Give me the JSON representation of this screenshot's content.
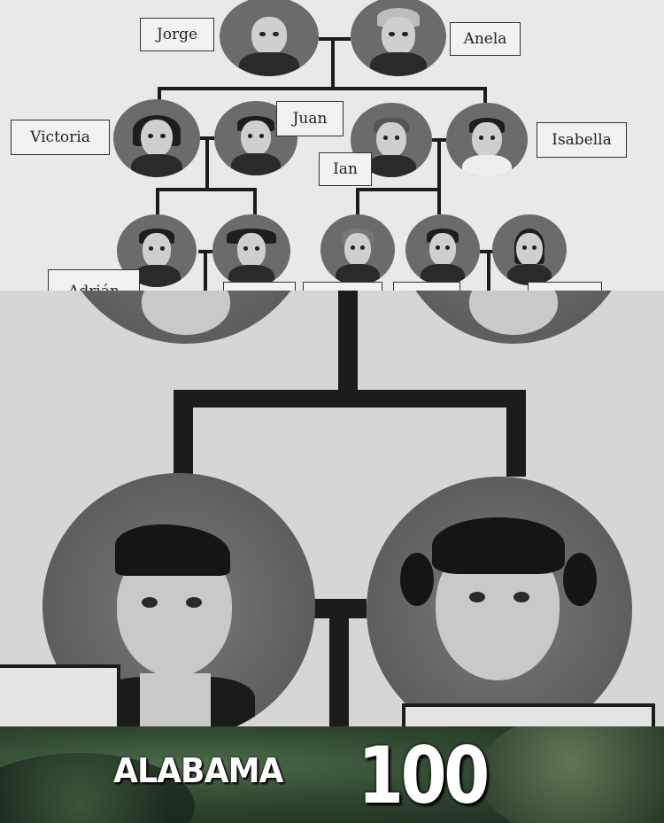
{
  "family_tree": {
    "names": {
      "jorge": "Jorge",
      "anela": "Anela",
      "victoria": "Victoria",
      "juan": "Juan",
      "ian": "Ian",
      "isabella": "Isabella",
      "adrian": "Adrián"
    }
  },
  "meme_caption": {
    "word": "ALABAMA",
    "number": "100"
  }
}
